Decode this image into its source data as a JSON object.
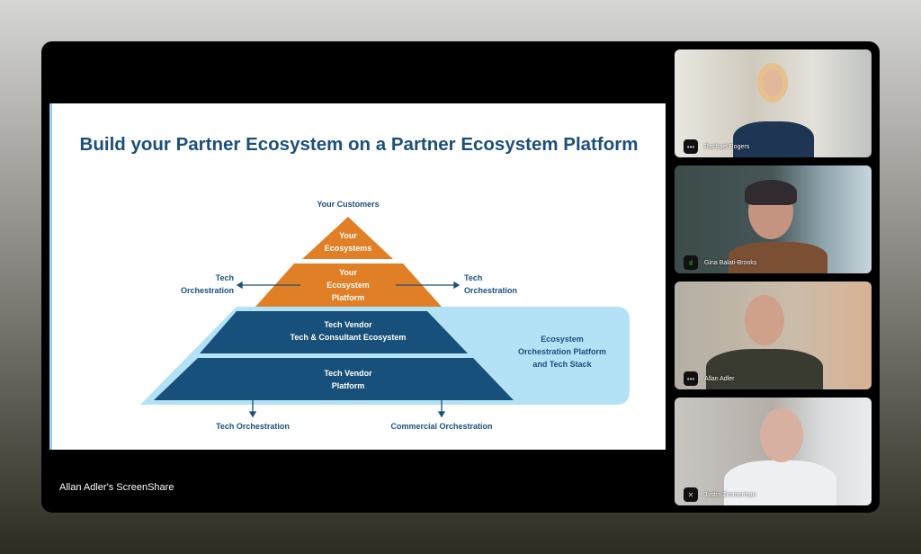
{
  "screenshare_label": "Allan Adler's ScreenShare",
  "slide": {
    "title": "Build your Partner Ecosystem on a Partner Ecosystem Platform",
    "top_label": "Your Customers",
    "layers": [
      {
        "line1": "Your",
        "line2": "Ecosystems"
      },
      {
        "line1": "Your",
        "line2": "Ecosystem",
        "line3": "Platform"
      },
      {
        "line1": "Tech Vendor",
        "line2": "Tech & Consultant Ecosystem"
      },
      {
        "line1": "Tech Vendor",
        "line2": "Platform"
      }
    ],
    "left_side": {
      "line1": "Tech",
      "line2": "Orchestration"
    },
    "right_side": {
      "line1": "Tech",
      "line2": "Orchestration"
    },
    "bracket": {
      "line1": "Ecosystem",
      "line2": "Orchestration Platform",
      "line3": "and Tech Stack"
    },
    "bottom_left": "Tech Orchestration",
    "bottom_right": "Commercial Orchestration",
    "colors": {
      "orange": "#e07f25",
      "navy": "#17507a",
      "light_blue": "#b3e1f5",
      "title": "#1b4f7c"
    }
  },
  "participants": [
    {
      "name": "Rachael Rogers",
      "icon": "more-icon"
    },
    {
      "name": "Gina Balati-Brooks",
      "icon": "audio-icon"
    },
    {
      "name": "Allan Adler",
      "icon": "more-icon"
    },
    {
      "name": "Justin Zimmerman",
      "icon": "mic-muted-icon"
    }
  ]
}
